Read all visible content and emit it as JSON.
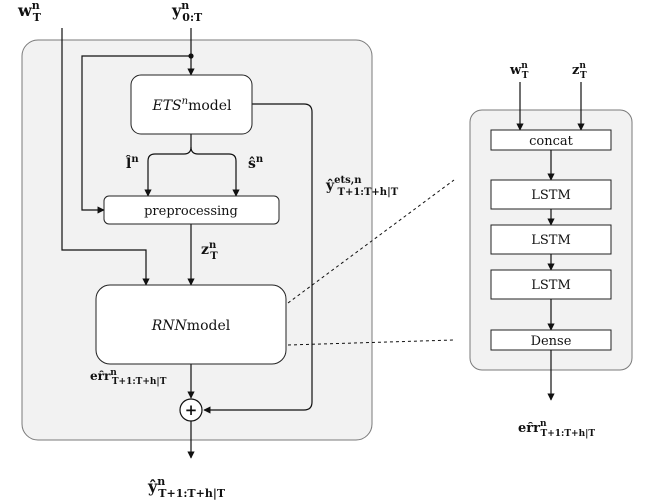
{
  "inputs": {
    "w": {
      "base": "w",
      "sup": "n",
      "sub": "T"
    },
    "y": {
      "base": "y",
      "sup": "n",
      "sub": "0:T"
    }
  },
  "left_model": {
    "ets_box": {
      "italic_part": "ETS",
      "sup": "n",
      "label": "model"
    },
    "l_hat": {
      "base": "l̂",
      "sup": "n"
    },
    "s_hat": {
      "base": "ŝ",
      "sup": "n"
    },
    "preprocessing_label": "preprocessing",
    "z": {
      "base": "z",
      "sup": "n",
      "sub": "T"
    },
    "rnn_box": {
      "italic_part": "RNN",
      "label": "model"
    },
    "ets_forecast": {
      "base": "ŷ",
      "sup": "ets,n",
      "sub": "T+1:T+h|T"
    },
    "err_hat": {
      "base": "eȓr",
      "sup": "n",
      "sub": "T+1:T+h|T"
    },
    "sum_symbol": "+",
    "output": {
      "base": "ŷ",
      "sup": "n",
      "sub": "T+1:T+h|T"
    }
  },
  "right_detail": {
    "w": {
      "base": "w",
      "sup": "n",
      "sub": "T"
    },
    "z": {
      "base": "z",
      "sup": "n",
      "sub": "T"
    },
    "layers": [
      "concat",
      "LSTM",
      "LSTM",
      "LSTM",
      "Dense"
    ],
    "output": {
      "base": "eȓr",
      "sup": "n",
      "sub": "T+1:T+h|T"
    }
  }
}
